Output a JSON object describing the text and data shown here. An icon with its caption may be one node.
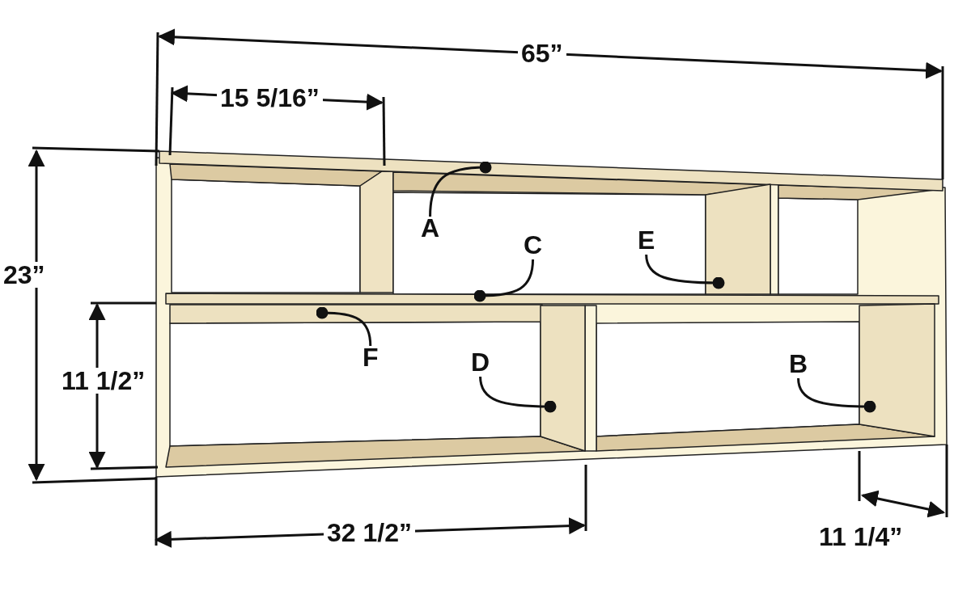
{
  "diagram": {
    "nodes": [
      {
        "text": [
          "A"
        ]
      },
      {
        "text": [
          "C"
        ]
      },
      {
        "text": [
          "E"
        ]
      },
      {
        "text": [
          "F"
        ]
      },
      {
        "text": [
          "D"
        ]
      },
      {
        "text": [
          "B"
        ]
      },
      {
        "text": [],
        "shape": "bar"
      },
      {
        "text": [],
        "shape": "bar"
      },
      {
        "text": [],
        "shape": "bar"
      },
      {
        "text": [],
        "shape": "bar"
      },
      {
        "text": [],
        "shape": "bar"
      },
      {
        "text": [],
        "shape": "bar"
      }
    ],
    "edges": [
      {
        "from": 0,
        "to": 6,
        "arrow": "other"
      },
      {
        "from": 1,
        "to": 7,
        "arrow": "other"
      },
      {
        "from": 2,
        "to": 8,
        "arrow": "other"
      },
      {
        "from": 3,
        "to": 9,
        "arrow": "other"
      },
      {
        "from": 4,
        "to": 10,
        "arrow": "other"
      },
      {
        "from": 5,
        "to": 11,
        "arrow": "other"
      }
    ],
    "labels": [
      "65”",
      "15 5/16”",
      "23”",
      "11 1/2”",
      "32 1/2”",
      "11 1/4”"
    ]
  }
}
